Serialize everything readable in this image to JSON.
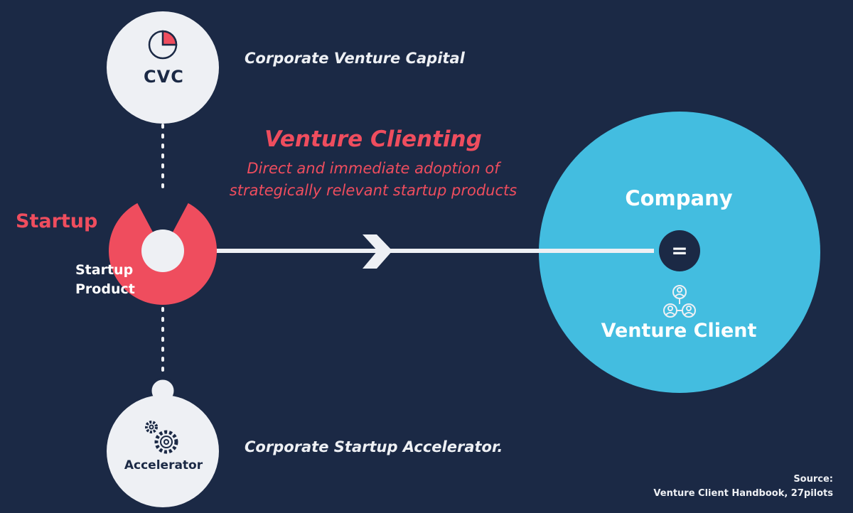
{
  "cvc": {
    "label": "CVC",
    "description": "Corporate Venture Capital"
  },
  "venture_clienting": {
    "title": "Venture Clienting",
    "subtitle": "Direct and immediate adoption of strategically relevant startup products"
  },
  "startup": {
    "label": "Startup",
    "product_label": "Startup Product"
  },
  "company": {
    "label": "Company",
    "equals_sign": "=",
    "client_label": "Venture Client"
  },
  "accelerator": {
    "label": "Accelerator",
    "description": "Corporate Startup Accelerator."
  },
  "source": {
    "title": "Source:",
    "text": "Venture Client Handbook, 27pilots"
  },
  "colors": {
    "background": "#1b2945",
    "accent_red": "#ef4d5e",
    "company_blue": "#43bde0",
    "light_circle": "#eef0f4",
    "connector": "#eef0f4"
  },
  "icons": [
    "pie-chart-icon",
    "gears-icon",
    "people-network-icon",
    "arrow-right-icon"
  ]
}
